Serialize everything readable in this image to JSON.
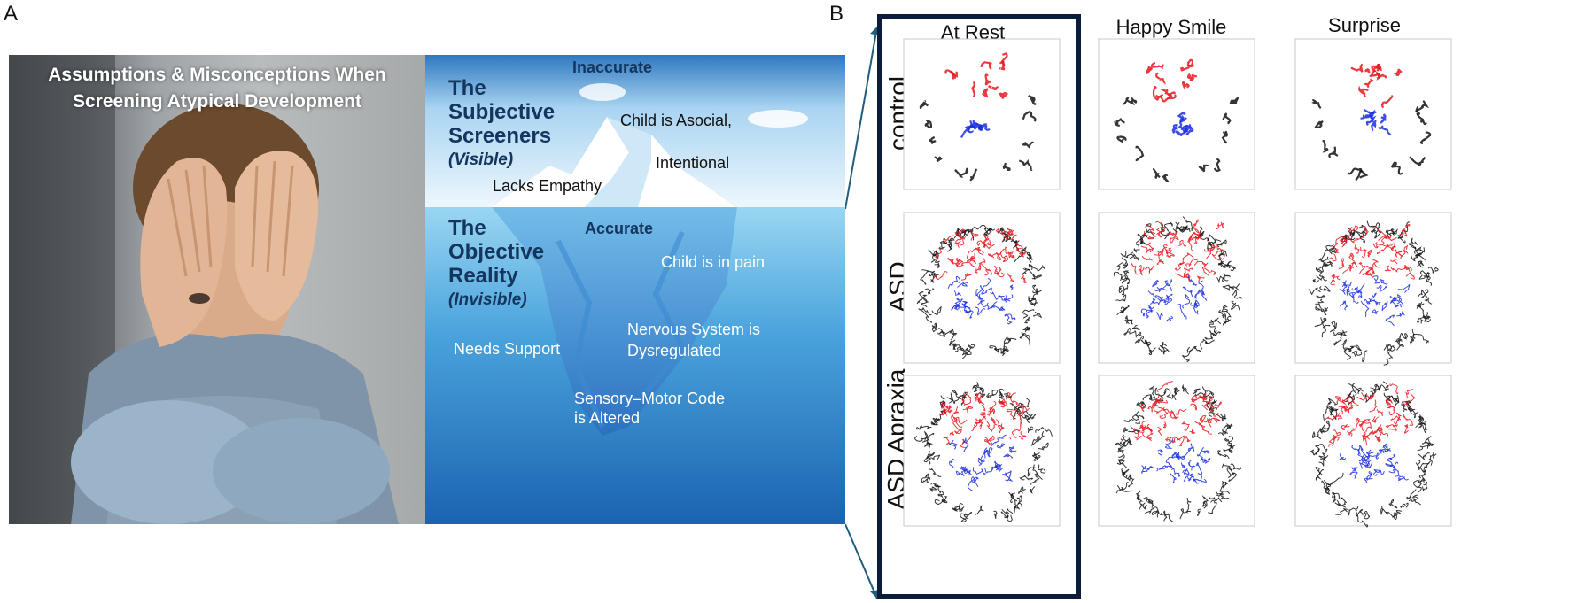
{
  "panel_labels": {
    "a": "A",
    "b": "B"
  },
  "panel_a": {
    "title_line1": "Assumptions & Misconceptions When",
    "title_line2": "Screening Atypical Development",
    "iceberg": {
      "top_heading_1": "The",
      "top_heading_2": "Subjective",
      "top_heading_3": "Screeners",
      "top_heading_sub": "(Visible)",
      "top_tag": "Inaccurate",
      "top_words": [
        "Child is Asocial,",
        "Intentional",
        "Lacks Empathy"
      ],
      "bottom_heading_1": "The",
      "bottom_heading_2": "Objective",
      "bottom_heading_3": "Reality",
      "bottom_heading_sub": "(Invisible)",
      "bottom_tag": "Accurate",
      "bottom_words": [
        "Child is in pain",
        "Needs Support",
        "Nervous System is",
        "Dysregulated",
        "Sensory–Motor Code",
        "is Altered"
      ]
    },
    "colors": {
      "sky": "#dbeefa",
      "water_top": "#5fb8e3",
      "water_bottom": "#1d6bb8",
      "heading": "#14365e"
    }
  },
  "panel_b": {
    "columns": [
      "At Rest",
      "Happy Smile",
      "Surprise"
    ],
    "rows": [
      "control",
      "ASD",
      "ASD Apraxia"
    ],
    "colors": {
      "upper_face": "#e8141b",
      "lower_face": "#1a2ee0",
      "contour": "#111111",
      "highlight_border": "#0c1d3c",
      "connector": "#1f5d7c"
    }
  }
}
